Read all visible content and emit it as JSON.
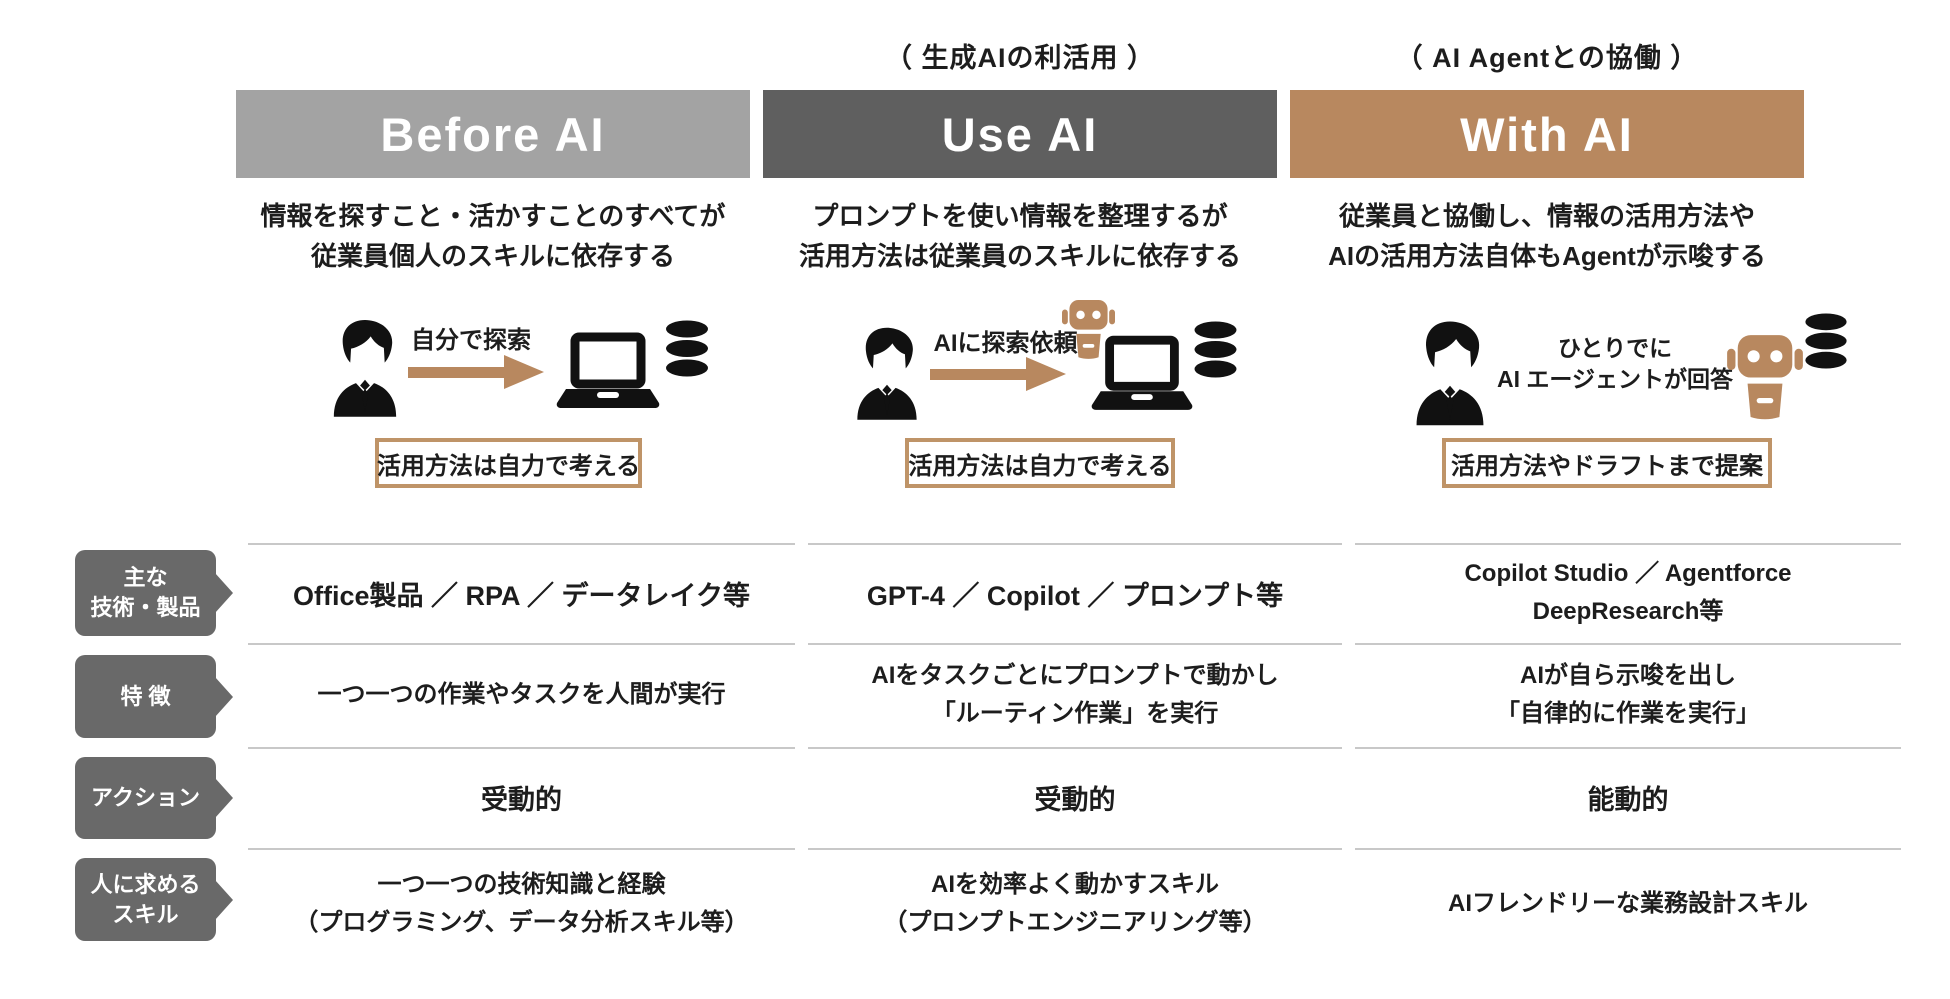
{
  "colors": {
    "before_bg": "#a3a3a3",
    "use_bg": "#5f5f5f",
    "with_bg": "#b8885f",
    "accent_brown": "#b8885f",
    "box_border": "#bf9468",
    "tag_bg": "#696969",
    "line": "#c8c8c8",
    "text": "#1d1d1d",
    "icon_black": "#111111"
  },
  "icons": {
    "person": "person-icon",
    "arrow": "arrow-right-icon",
    "laptop": "laptop-icon",
    "database": "database-icon",
    "robot": "robot-icon"
  },
  "columns": [
    {
      "caption": "",
      "header": "Before AI",
      "description": [
        "情報を探すこと・活かすことのすべてが",
        "従業員個人のスキルに依存する"
      ],
      "arrow_label": "自分で探索",
      "box_label": "活用方法は自力で考える"
    },
    {
      "caption": "（ 生成AIの利活用 ）",
      "header": "Use AI",
      "description": [
        "プロンプトを使い情報を整理するが",
        "活用方法は従業員のスキルに依存する"
      ],
      "arrow_label": "AIに探索依頼",
      "box_label": "活用方法は自力で考える"
    },
    {
      "caption": "（ AI Agentとの協働 ）",
      "header": "With AI",
      "description": [
        "従業員と協働し、情報の活用方法や",
        "AIの活用方法自体もAgentが示唆する"
      ],
      "center_label": [
        "ひとりでに",
        "AI エージェントが回答"
      ],
      "box_label": "活用方法やドラフトまで提案"
    }
  ],
  "table": {
    "labels": [
      [
        "主な",
        "技術・製品"
      ],
      [
        "特 徴"
      ],
      [
        "アクション"
      ],
      [
        "人に求める",
        "スキル"
      ]
    ],
    "rows": [
      [
        [
          "Office製品 ／ RPA ／ データレイク等"
        ],
        [
          "GPT-4 ／ Copilot ／ プロンプト等"
        ],
        [
          "Copilot Studio ／ Agentforce",
          "DeepResearch等"
        ]
      ],
      [
        [
          "一つ一つの作業やタスクを人間が実行"
        ],
        [
          "AIをタスクごとにプロンプトで動かし",
          "「ルーティン作業」を実行"
        ],
        [
          "AIが自ら示唆を出し",
          "「自律的に作業を実行」"
        ]
      ],
      [
        [
          "受動的"
        ],
        [
          "受動的"
        ],
        [
          "能動的"
        ]
      ],
      [
        [
          "一つ一つの技術知識と経験",
          "（プログラミング、データ分析スキル等）"
        ],
        [
          "AIを効率よく動かすスキル",
          "（プロンプトエンジニアリング等）"
        ],
        [
          "AIフレンドリーな業務設計スキル"
        ]
      ]
    ]
  }
}
